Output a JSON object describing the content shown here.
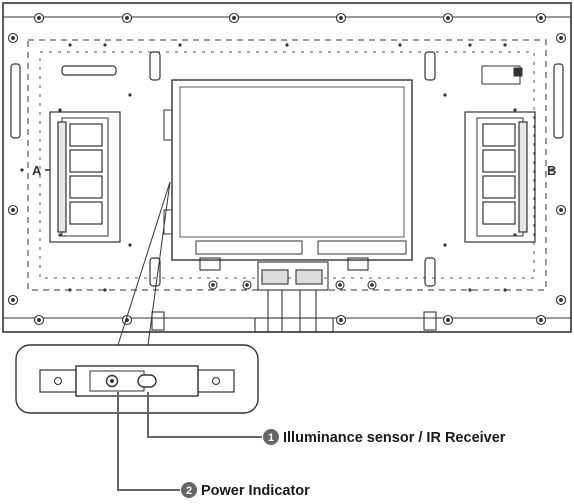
{
  "diagram": {
    "panel_labels": {
      "left": "A",
      "right": "B"
    },
    "callouts": [
      {
        "number": "1",
        "label": "Illuminance sensor / IR Receiver"
      },
      {
        "number": "2",
        "label": "Power Indicator"
      }
    ],
    "colors": {
      "line": "#333333",
      "badge": "#666666",
      "leader": "#666666",
      "panel_fill": "#ffffff"
    }
  }
}
